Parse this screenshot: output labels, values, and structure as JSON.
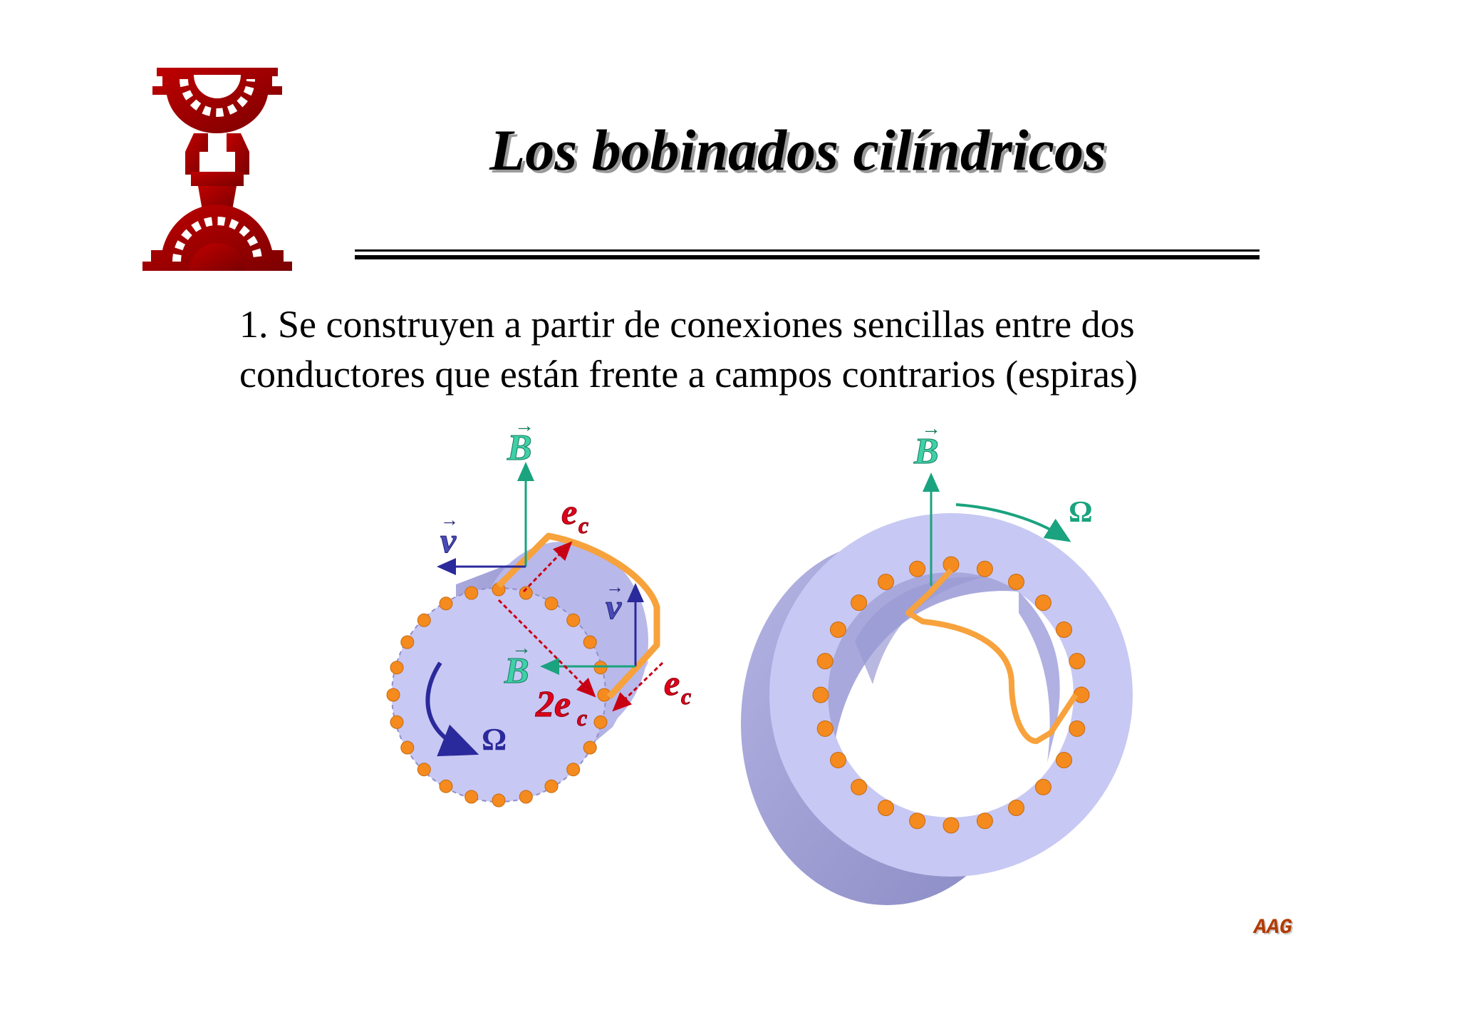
{
  "slide": {
    "title": "Los bobinados cilíndricos",
    "body_lines": [
      "1. Se construyen a partir de conexiones sencillas entre dos",
      "conductores que están frente a campos contrarios (espiras)"
    ],
    "credit": "AAG"
  },
  "logo": {
    "name": "gear-emblem",
    "color": "#b30000"
  },
  "diagram_left": {
    "labels": {
      "B_top": "B",
      "B_center": "B",
      "v_left": "v",
      "v_right": "v",
      "e_top_base": "e",
      "e_top_sub": "c",
      "e_right_base": "e",
      "e_right_sub": "c",
      "two_e_base": "2e",
      "two_e_sub": "c",
      "omega": "Ω"
    }
  },
  "diagram_right": {
    "labels": {
      "B_top": "B",
      "omega": "Ω"
    }
  },
  "colors": {
    "cylinder_fill": "#c8c8f4",
    "cylinder_shade": "#8c8cc8",
    "conductor_dot": "#f58a1e",
    "coil": "#f7a23c",
    "field_arrow": "#1aa37e",
    "velocity_arrow": "#2a2a9c",
    "emf_arrow": "#c80014",
    "emf_label": "#e0001a",
    "B_label": "#3fd0a8",
    "v_label": "#4a4ab8"
  }
}
